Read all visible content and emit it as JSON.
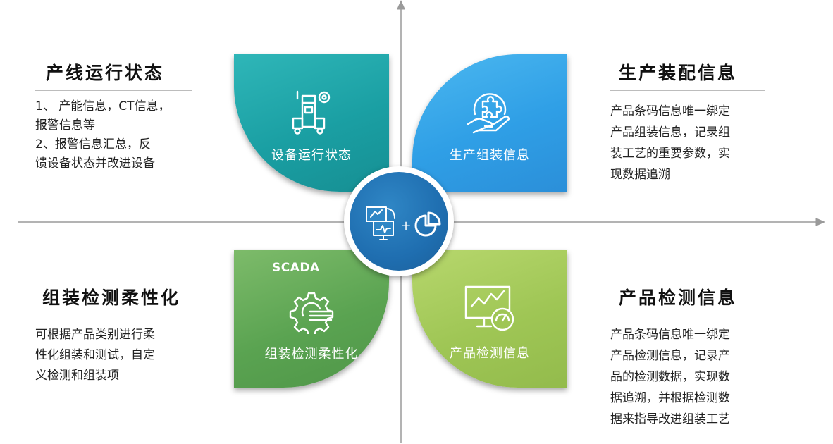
{
  "colors": {
    "teal": "#1aa3a6",
    "blue": "#2f9fe6",
    "green": "#5aa351",
    "lime": "#9fc655",
    "center": "#1f6eb0",
    "axis": "#9a9a9a"
  },
  "center": {
    "left_icon": "monitor-robot-arm-icon",
    "plus": "+",
    "right_icon": "pie-chart-icon"
  },
  "quadrants": {
    "top_left": {
      "title": "产线运行状态",
      "petal_label": "设备运行状态",
      "icon": "equipment-gear-icon",
      "lines": [
        "1、 产能信息，CT信息，",
        "报警信息等",
        "2、报警信息汇总，反",
        "馈设备状态并改进设备"
      ]
    },
    "top_right": {
      "title": "生产装配信息",
      "petal_label": "生产组装信息",
      "icon": "hand-puzzle-icon",
      "lines": [
        "产品条码信息唯一绑定",
        "产品组装信息，记录组",
        "装工艺的重要参数，实",
        "现数据追溯"
      ]
    },
    "bottom_left": {
      "title": "组装检测柔性化",
      "petal_label": "组装检测柔性化",
      "badge": "SCADA",
      "icon": "gear-lines-icon",
      "lines": [
        "可根据产品类别进行柔",
        "性化组装和测试，自定",
        "义检测和组装项"
      ]
    },
    "bottom_right": {
      "title": "产品检测信息",
      "petal_label": "产品检测信息",
      "icon": "monitor-chart-gauge-icon",
      "lines": [
        "产品条码信息唯一绑定",
        "产品检测信息，记录产",
        "品的检测数据，实现数",
        "据追溯，并根据检测数",
        "据来指导改进组装工艺"
      ]
    }
  }
}
